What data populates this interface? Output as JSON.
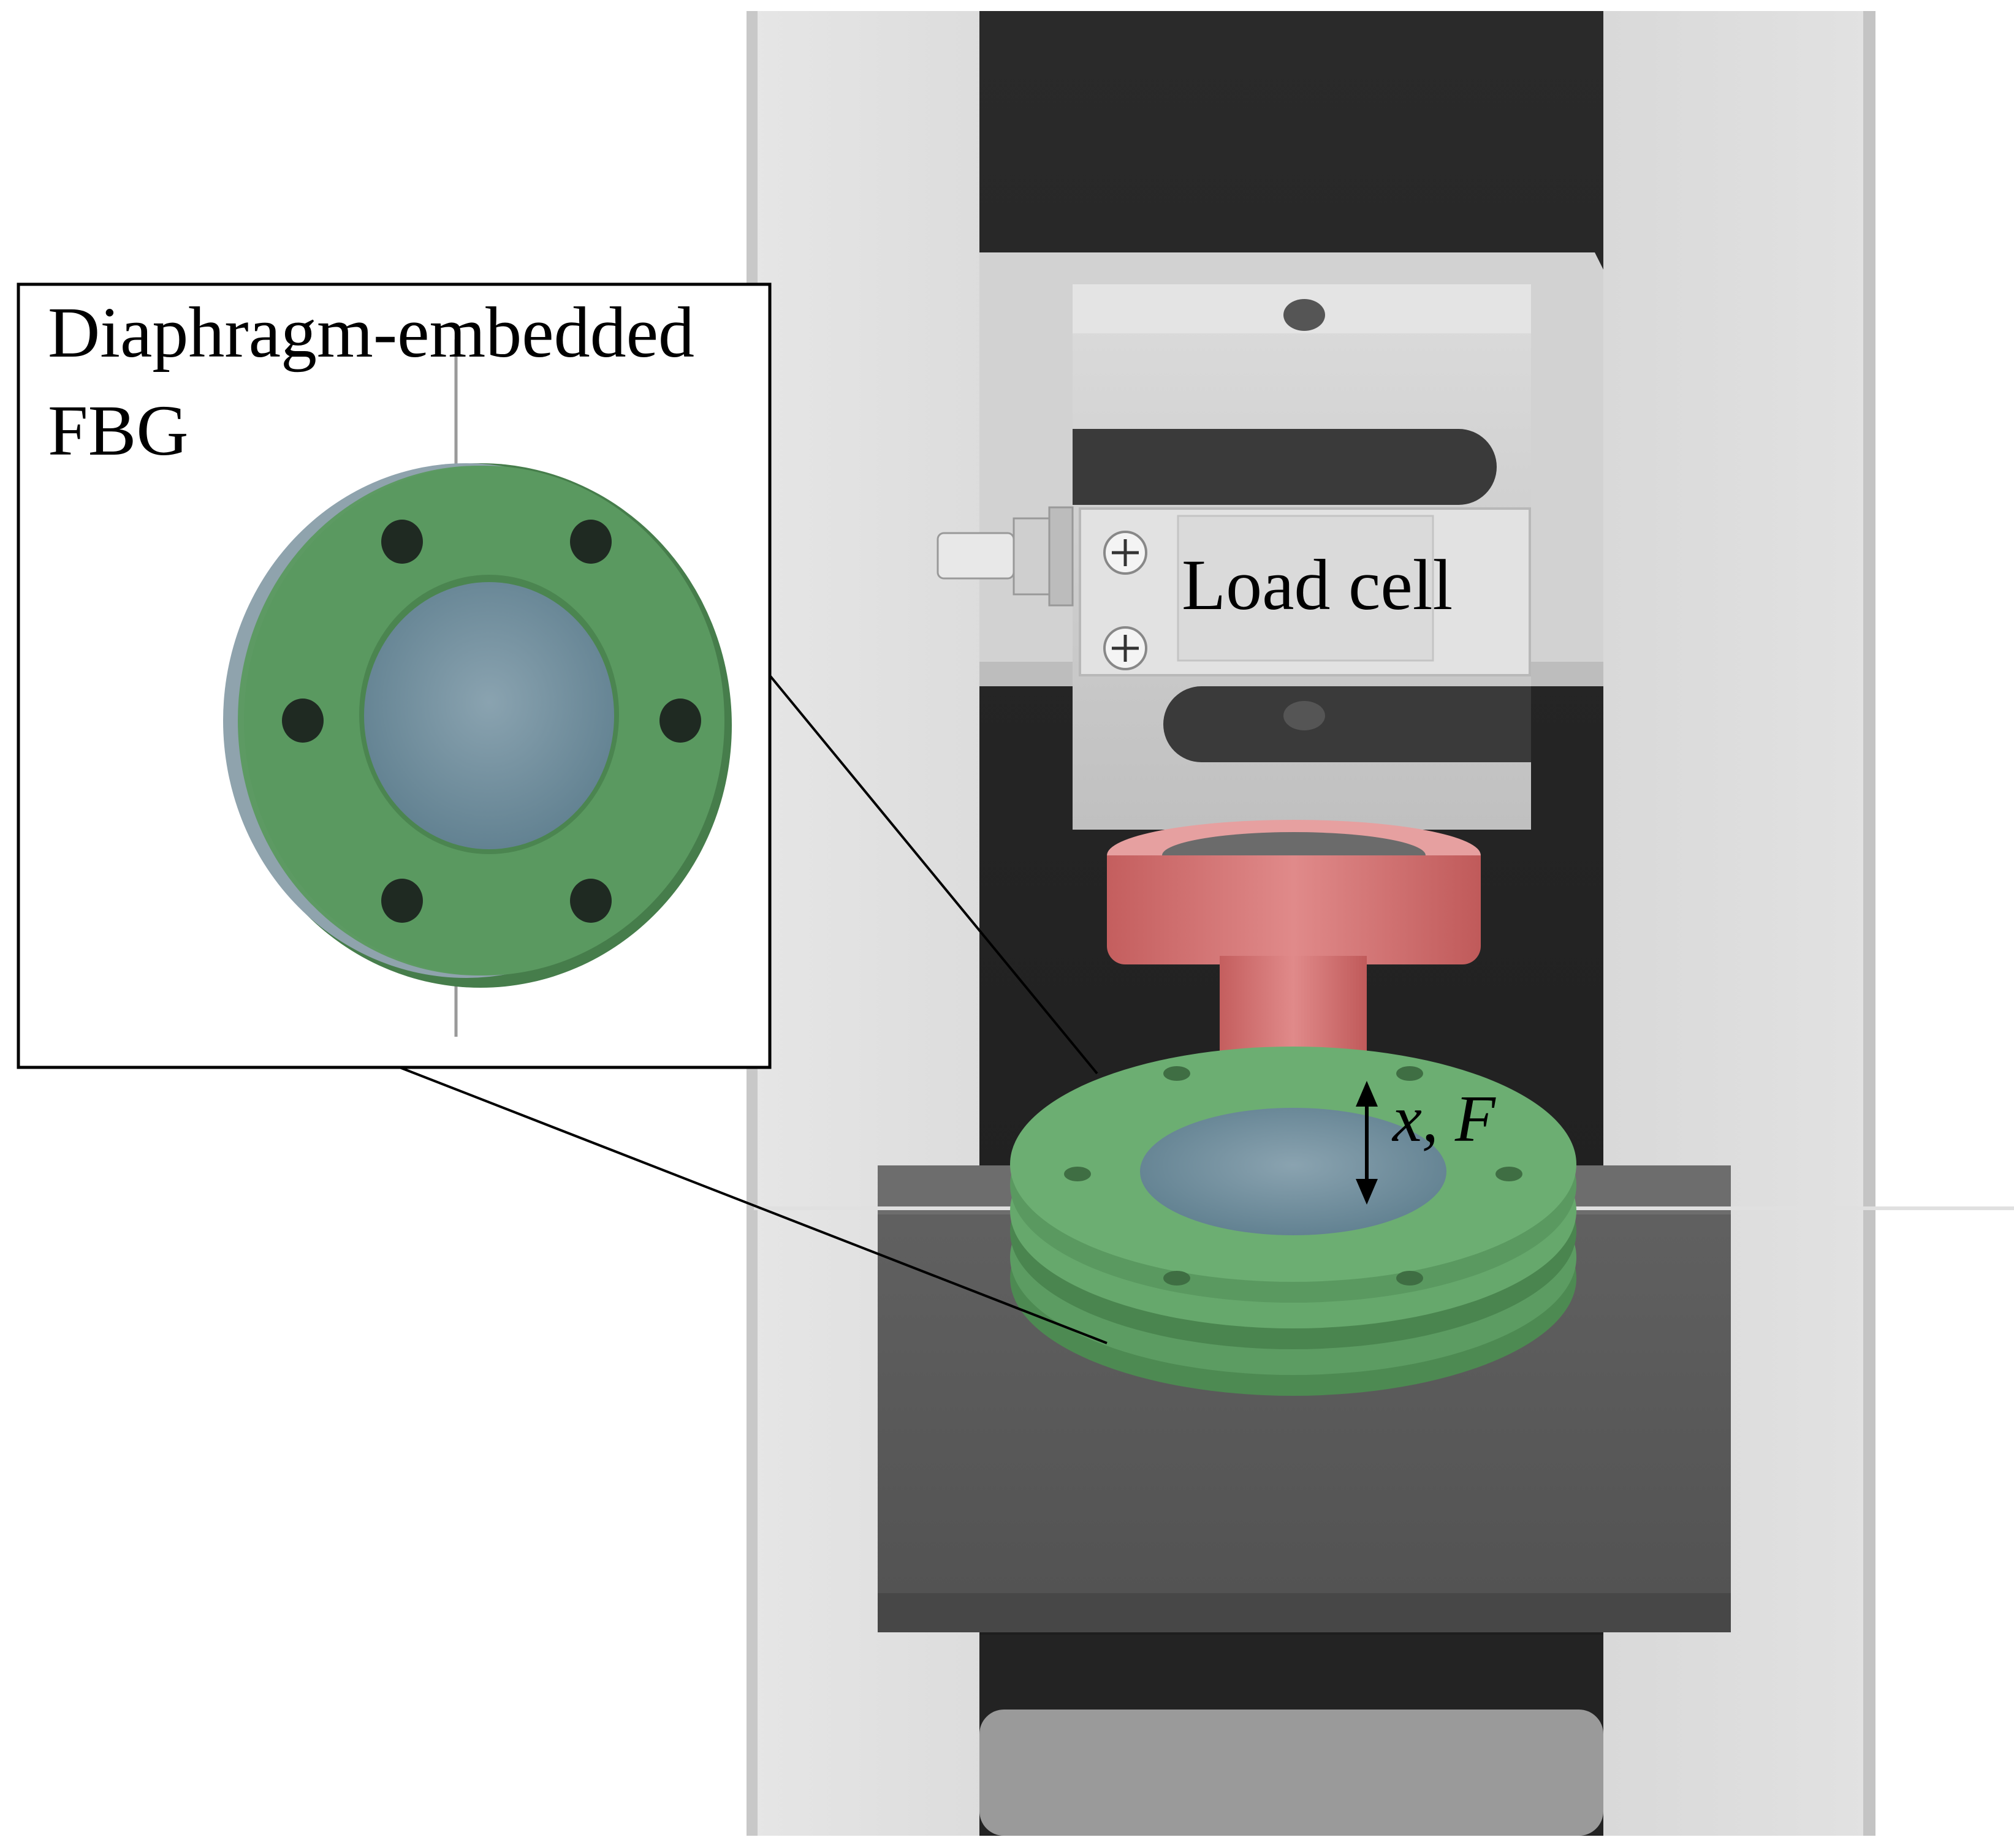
{
  "labels": {
    "inset_title_line1": "Diaphragm-embedded",
    "inset_title_line2": "FBG",
    "load_cell": "Load cell",
    "motion": "x, F"
  },
  "colors": {
    "diaphragm_green": "#5a9a60",
    "diaphragm_face": "#6e8e9e",
    "indenter_red": "#d47070",
    "frame_light": "#d8d8d8",
    "frame_dark": "#2c2c2c",
    "platform": "#5c5c5c",
    "load_cell_body": "#d0d0d0"
  }
}
